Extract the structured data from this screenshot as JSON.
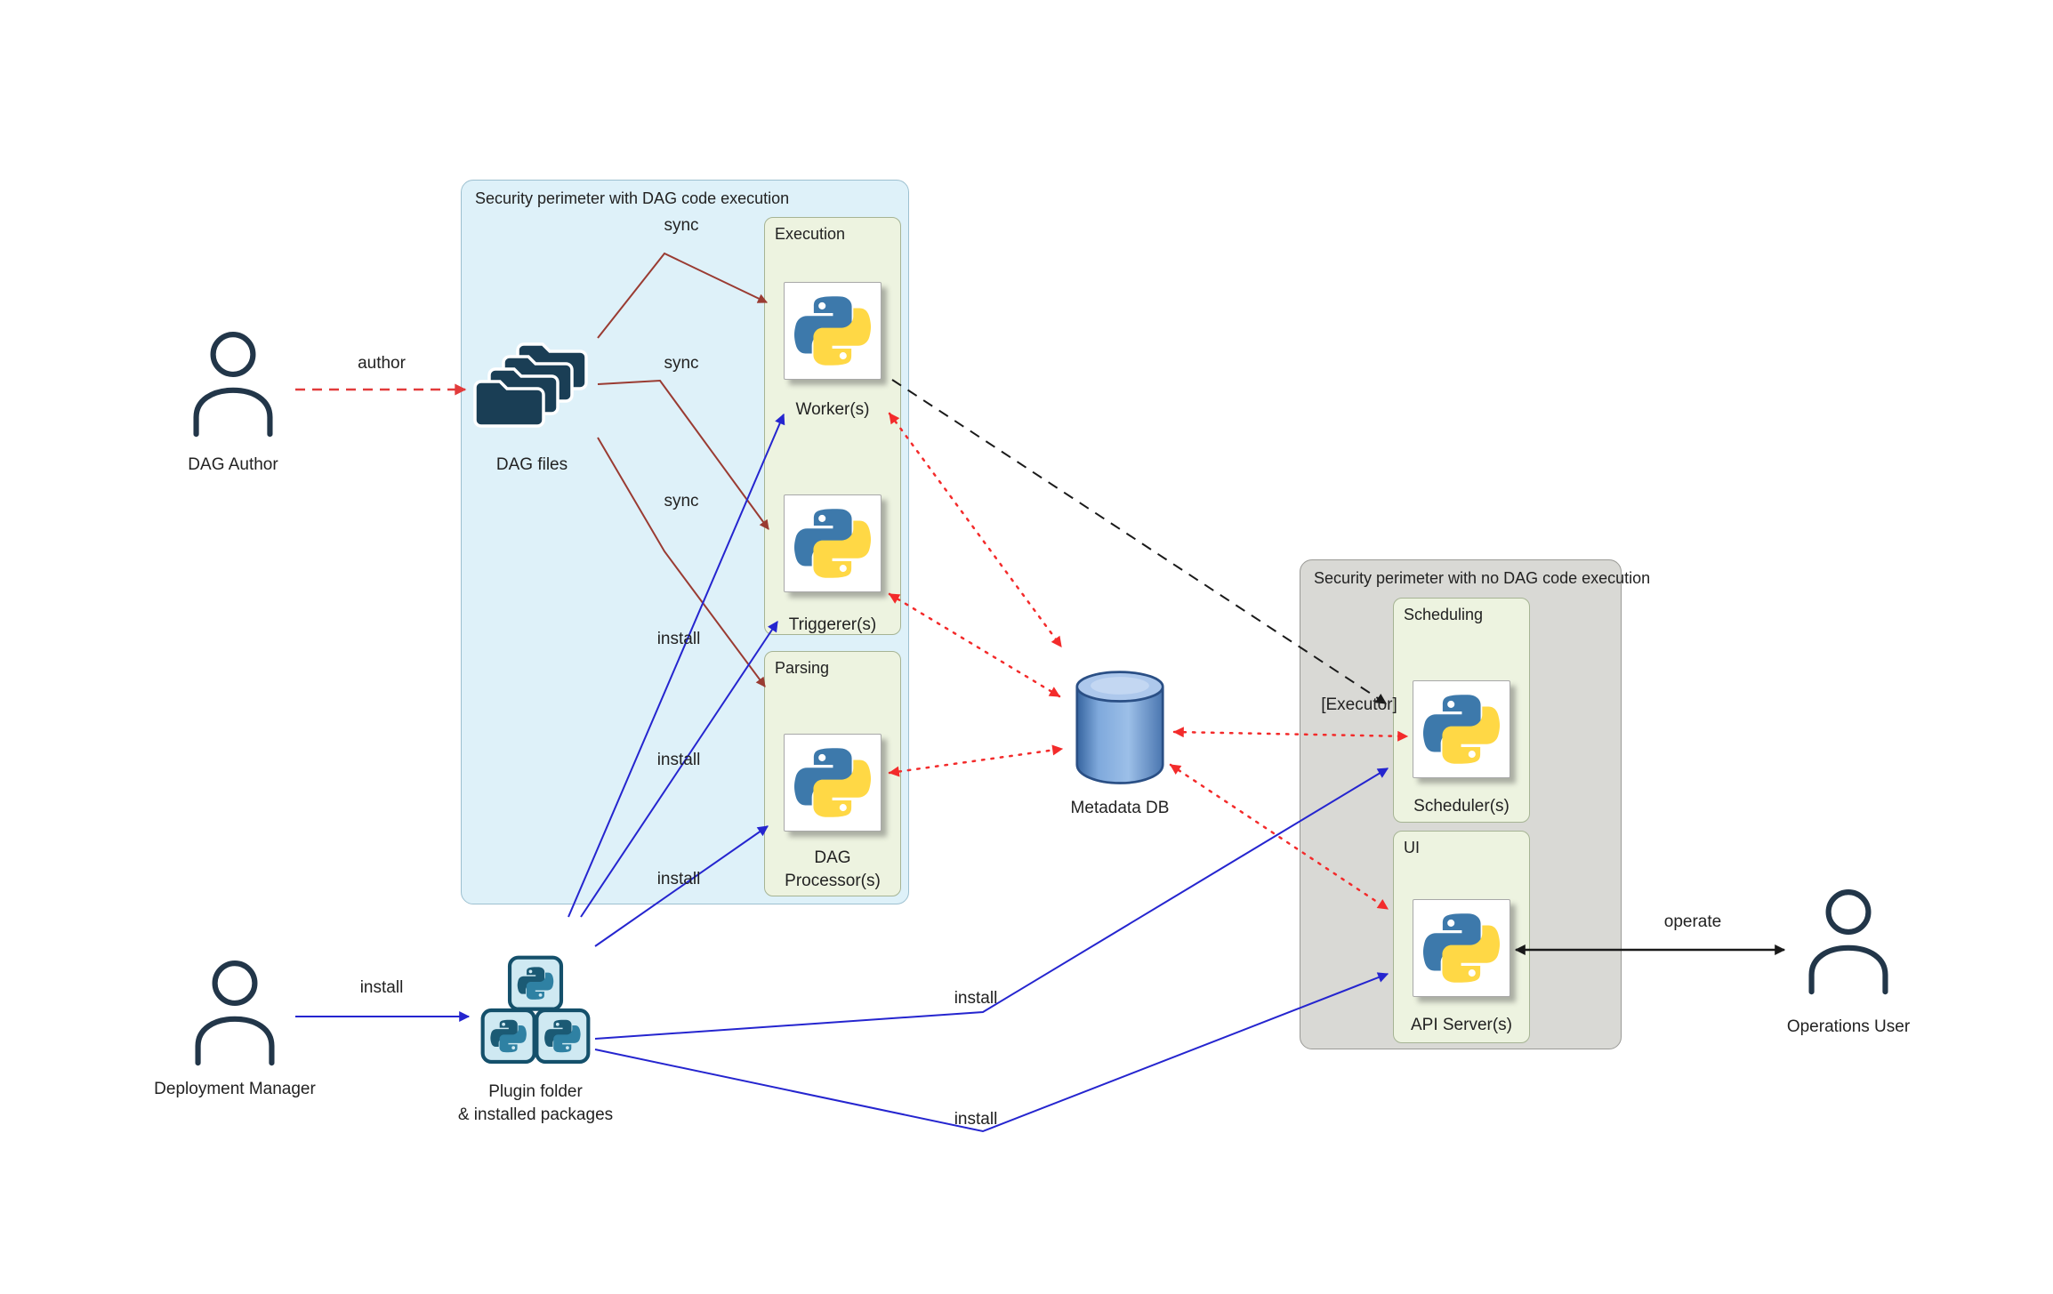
{
  "diagram": {
    "perimeters": {
      "dag_code_execution": {
        "title": "Security perimeter with DAG code execution"
      },
      "no_dag_code_execution": {
        "title": "Security perimeter with no DAG code execution"
      }
    },
    "groups": {
      "execution": {
        "title": "Execution"
      },
      "parsing": {
        "title": "Parsing"
      },
      "scheduling": {
        "title": "Scheduling"
      },
      "ui": {
        "title": "UI"
      }
    },
    "actors": {
      "dag_author": {
        "label": "DAG Author"
      },
      "deployment_manager": {
        "label": "Deployment Manager"
      },
      "operations_user": {
        "label": "Operations User"
      }
    },
    "nodes": {
      "dag_files": {
        "label": "DAG files"
      },
      "workers": {
        "label": "Worker(s)"
      },
      "triggerers": {
        "label": "Triggerer(s)"
      },
      "dag_processors": {
        "label_line1": "DAG",
        "label_line2": "Processor(s)"
      },
      "metadata_db": {
        "label": "Metadata DB"
      },
      "schedulers": {
        "label": "Scheduler(s)",
        "executor_label": "[Executor]"
      },
      "api_servers": {
        "label": "API Server(s)"
      },
      "plugin_folder": {
        "label_line1": "Plugin folder",
        "label_line2": "& installed packages"
      }
    },
    "edge_labels": {
      "author": "author",
      "sync_workers": "sync",
      "sync_triggerers": "sync",
      "sync_processors": "sync",
      "install_workers": "install",
      "install_triggerers": "install",
      "install_processors": "install",
      "install_plugins": "install",
      "install_schedulers": "install",
      "install_api_servers": "install",
      "operate": "operate"
    },
    "colors": {
      "perimeter_dag_bg": "#def1f9",
      "perimeter_nodag_bg": "#d9d9d5",
      "group_bg": "#edf3e0",
      "author_arrow": "#e23b3b",
      "sync_arrow": "#9a3b32",
      "install_arrow": "#2525cf",
      "db_arrow": "#f32b2b",
      "executor_arrow": "#1a1a1a",
      "python_blue": "#3d79ab",
      "python_yellow": "#ffd845",
      "db_blue": "#6f9bd2",
      "person_stroke": "#223649",
      "folder_fill": "#1a3e55",
      "plugin_teal": "#14506b"
    }
  }
}
